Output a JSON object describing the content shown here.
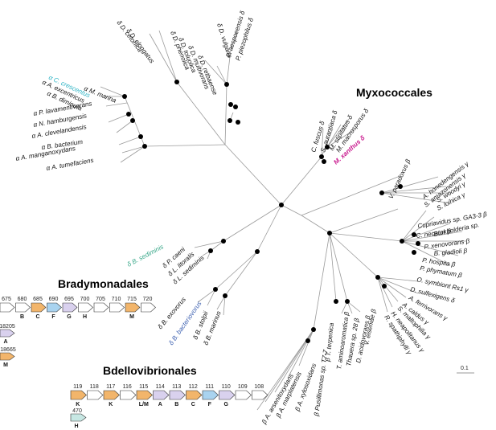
{
  "colors": {
    "myxococcales_highlight": "#c8148c",
    "crescentus_highlight": "#2bb3c4",
    "sediminis_highlight": "#3aa88a",
    "bacteriovorus_highlight": "#3b5fb0",
    "gene_orange": "#f2b56b",
    "gene_lavender": "#d9d1ee",
    "gene_teal": "#c7e7e3",
    "gene_blue": "#a9d3ef",
    "gene_white": "#ffffff"
  },
  "groups": {
    "myxococcales": "Myxococcales",
    "bradymonadales": "Bradymonadales",
    "bdellovibrionales": "Bdellovibrionales"
  },
  "scale_bar": {
    "label": "0.1",
    "value": 0.1
  },
  "leaves": [
    "δ D. cetonica",
    "δ D. elongatus",
    "δ D. phenolica",
    "δ D. toluolica",
    "δ D. multivorans",
    "δ D. retbaense",
    "δ D. vulgaris",
    "P. aespoeensis δ",
    "P. piezophilus δ",
    "α A. excentricus",
    "α C. crescentus",
    "α B. diminuta",
    "α M. marina",
    "α P. lavamentivorans",
    "α N. hamburgensis",
    "α A. clevelandensis",
    "α B. bacterium",
    "α A. manganoxydans",
    "α A. tumefaciens",
    "C. fuscus δ",
    "S. aurantiaca δ",
    "M. stipitatus δ",
    "M. macrosporus δ",
    "M. xanthus δ",
    "V. paradoxus β",
    "A. honedengensis γ",
    "S. amazonensis γ",
    "S. woodyi γ",
    "S. loihica γ",
    "Cupriavidus sp. GA3-3 β",
    "Burkholderia sp.",
    "C. necator β",
    "P. xenovorans β",
    "B. gladioli β",
    "P. hospita β",
    "P. phymatum β",
    "O. symbiont Rs1 γ",
    "D. sulfexigens δ",
    "A. ferrivorans γ",
    "A. caldus γ",
    "S. maltophilia γ",
    "H. neapolitanus γ",
    "R. spathiphylli γ",
    "δ B. sediminis",
    "δ P. caeni",
    "δ L. litoralis",
    "δ L. sediminis",
    "δ B. exovorus",
    "δ B. bacteriovorus",
    "δ B. stolpii",
    "δ B. marinus",
    "V. eiseniae β",
    "D. acidovorans β",
    "Thauera sp. 28 β",
    "T. aminoaromatica β",
    "β T. terpenica",
    "β Pusillimonas sp. T7-7",
    "β A. xylosoxidans",
    "β A. marplatensis",
    "β A. arsenitoxydans"
  ],
  "brady_genes": {
    "numbers": [
      "675",
      "680",
      "685",
      "690",
      "695",
      "700",
      "705",
      "710",
      "715",
      "720"
    ],
    "letters": [
      "B",
      "C",
      "F",
      "G",
      "H",
      "M"
    ],
    "extra1_number": "18205",
    "extra1_letter": "A",
    "extra2_number": "18665",
    "extra2_letter": "M"
  },
  "bdello_genes": {
    "numbers": [
      "119",
      "118",
      "117",
      "116",
      "115",
      "114",
      "113",
      "112",
      "111",
      "110",
      "109",
      "108"
    ],
    "letters": [
      "K",
      "K",
      "L/M",
      "A",
      "B",
      "C",
      "F",
      "G"
    ],
    "extra_number": "470",
    "extra_letter": "H"
  }
}
